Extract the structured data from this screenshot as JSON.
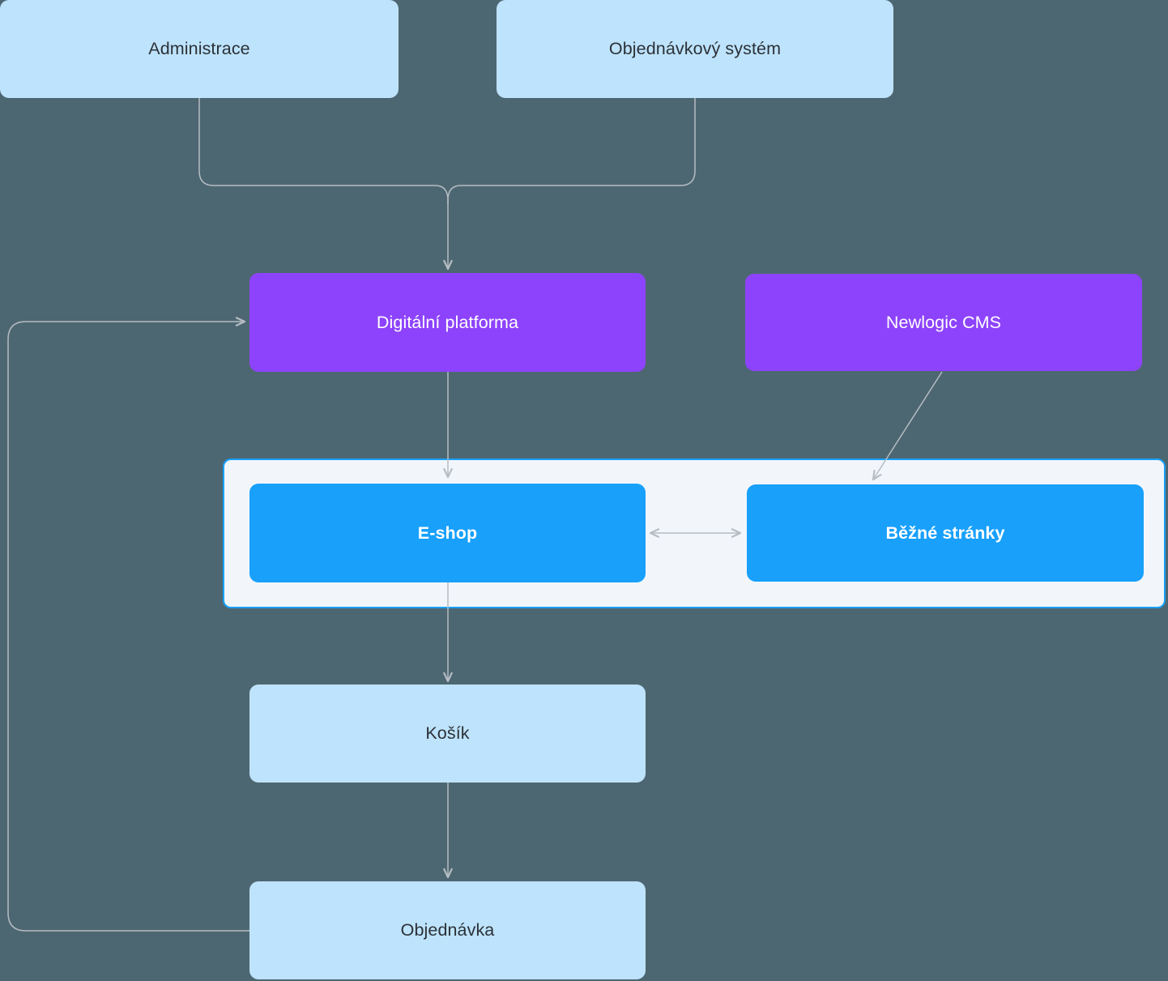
{
  "diagram": {
    "nodes": {
      "administrace": {
        "label": "Administrace",
        "type": "light-blue"
      },
      "objednavkovy_system": {
        "label": "Objednávkový systém",
        "type": "light-blue"
      },
      "digitalni_platforma": {
        "label": "Digitální platforma",
        "type": "purple"
      },
      "newlogic_cms": {
        "label": "Newlogic CMS",
        "type": "purple"
      },
      "eshop": {
        "label": "E-shop",
        "type": "blue"
      },
      "bezne_stranky": {
        "label": "Běžné stránky",
        "type": "blue"
      },
      "kosik": {
        "label": "Košík",
        "type": "light-blue"
      },
      "objednavka": {
        "label": "Objednávka",
        "type": "light-blue"
      }
    },
    "edges": [
      {
        "from": "administrace",
        "to": "digitalni_platforma",
        "arrow": "end"
      },
      {
        "from": "objednavkovy_system",
        "to": "digitalni_platforma",
        "arrow": "end"
      },
      {
        "from": "digitalni_platforma",
        "to": "eshop",
        "arrow": "end"
      },
      {
        "from": "newlogic_cms",
        "to": "bezne_stranky",
        "arrow": "end"
      },
      {
        "from": "eshop",
        "to": "bezne_stranky",
        "arrow": "both"
      },
      {
        "from": "eshop",
        "to": "kosik",
        "arrow": "end"
      },
      {
        "from": "kosik",
        "to": "objednavka",
        "arrow": "end"
      },
      {
        "from": "objednavka",
        "to": "digitalni_platforma",
        "arrow": "end"
      }
    ],
    "colors": {
      "background": "#4d6772",
      "node_light_blue": "#bee3fc",
      "node_purple": "#8d43fb",
      "node_blue": "#18a0fb",
      "group_fill": "#f2f6fa",
      "group_border": "#18a0fb",
      "connector": "#b6bcc3",
      "text_dark": "#2b3137",
      "text_light": "#ffffff"
    }
  }
}
